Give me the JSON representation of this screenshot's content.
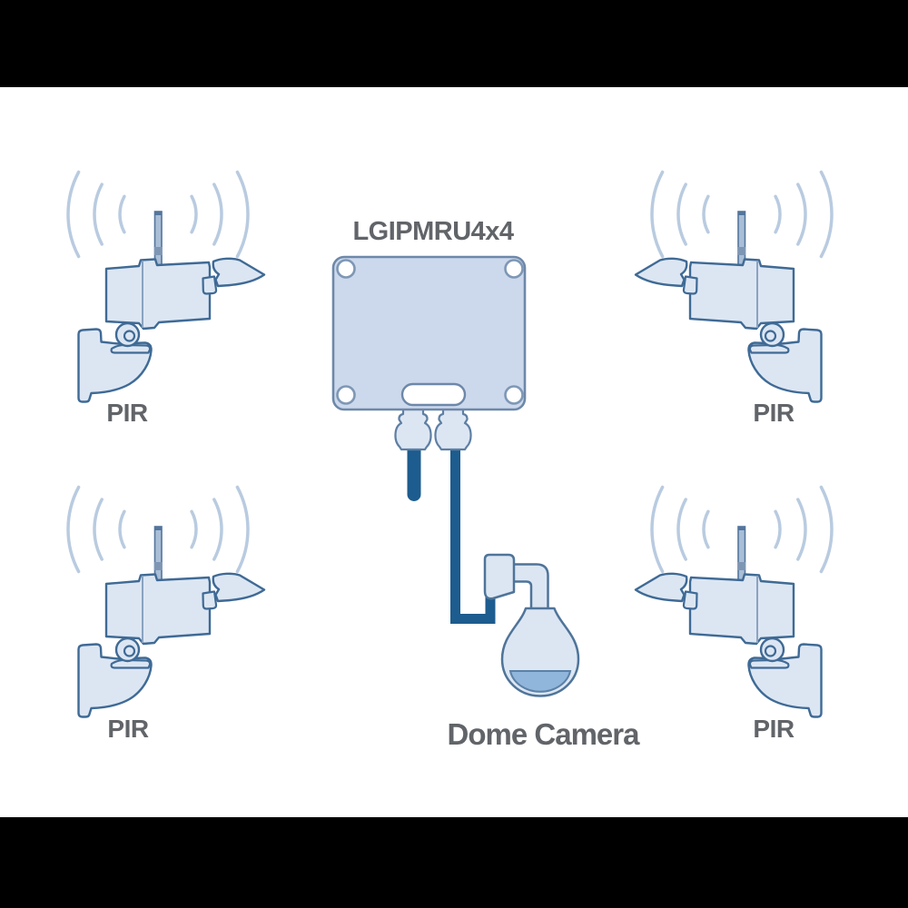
{
  "diagram": {
    "type": "wiring-schematic",
    "receiver": {
      "label": "LGIPMRU4x4"
    },
    "camera": {
      "label": "Dome Camera"
    },
    "sensors": [
      {
        "position": "top-left",
        "label": "PIR"
      },
      {
        "position": "top-right",
        "label": "PIR"
      },
      {
        "position": "bottom-left",
        "label": "PIR"
      },
      {
        "position": "bottom-right",
        "label": "PIR"
      }
    ],
    "colors": {
      "background": "#ffffff",
      "letterbox": "#000000",
      "device_fill": "#dce6f3",
      "receiver_fill": "#ccd9ec",
      "outline": "#3f6a95",
      "cable": "#1d5c8e",
      "dome_window": "#90b6db",
      "waves": "#b9cbe0",
      "label_text": "#616468"
    }
  }
}
